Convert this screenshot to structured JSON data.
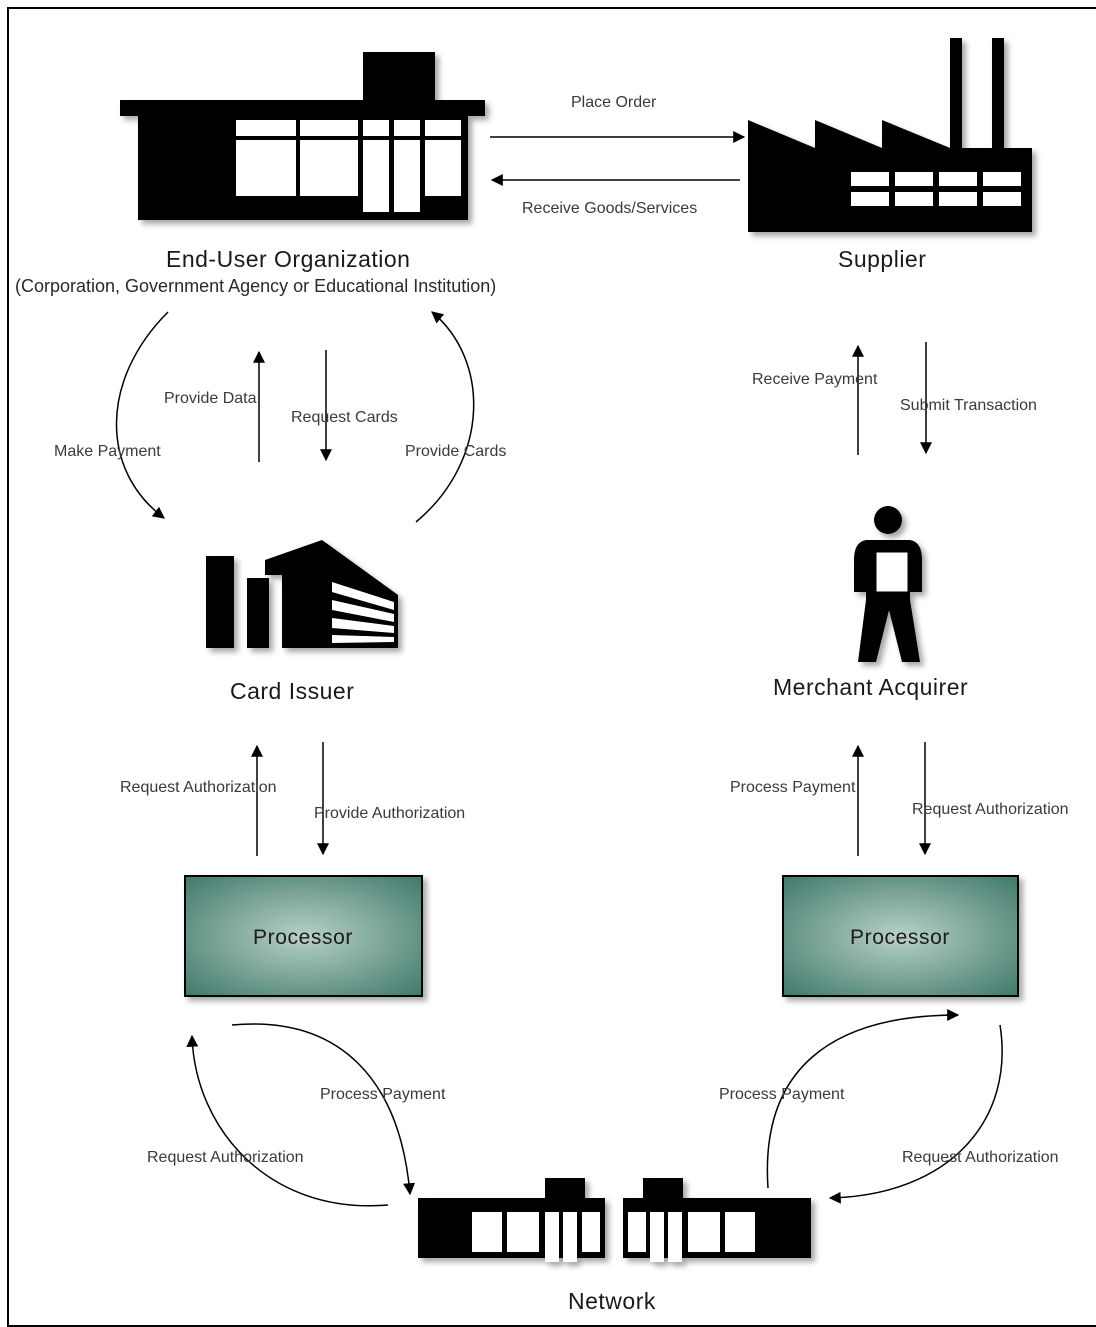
{
  "nodes": {
    "end_user": {
      "title": "End-User Organization",
      "subtitle": "(Corporation, Government Agency or Educational Institution)"
    },
    "supplier": {
      "title": "Supplier"
    },
    "card_issuer": {
      "title": "Card Issuer"
    },
    "merchant_acquirer": {
      "title": "Merchant Acquirer"
    },
    "processor_left": {
      "title": "Processor"
    },
    "processor_right": {
      "title": "Processor"
    },
    "network": {
      "title": "Network"
    }
  },
  "edges": {
    "place_order": "Place Order",
    "receive_goods": "Receive Goods/Services",
    "provide_data": "Provide Data",
    "request_cards": "Request Cards",
    "make_payment": "Make Payment",
    "provide_cards": "Provide Cards",
    "receive_payment": "Receive Payment",
    "submit_transaction": "Submit Transaction",
    "issuer_request_authorization": "Request Authorization",
    "issuer_provide_authorization": "Provide Authorization",
    "acquirer_process_payment": "Process Payment",
    "acquirer_request_authorization": "Request Authorization",
    "network_left_process_payment": "Process Payment",
    "network_left_request_authorization": "Request Authorization",
    "network_right_process_payment": "Process Payment",
    "network_right_request_authorization": "Request Authorization"
  },
  "colors": {
    "processor_center": "#b8d0c6",
    "processor_edge": "#3f7a6b",
    "ink": "#000000"
  }
}
